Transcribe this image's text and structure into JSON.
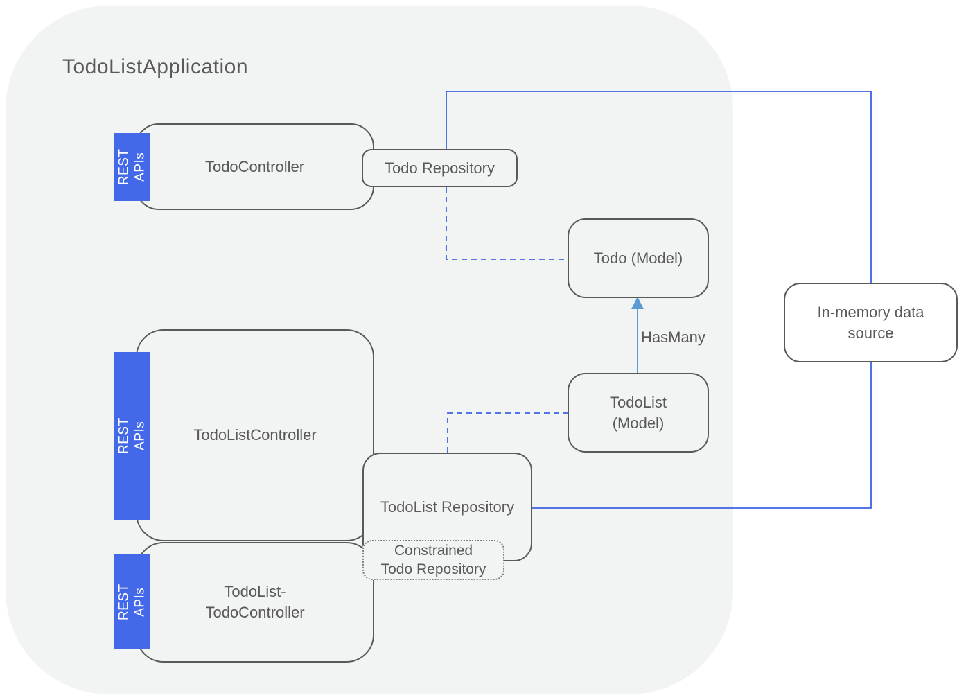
{
  "diagram": {
    "title": "TodoListApplication",
    "nodes": {
      "todo_controller": "TodoController",
      "todo_repository": "Todo Repository",
      "todo_model": "Todo (Model)",
      "todolist_model": "TodoList\n(Model)",
      "in_memory_datasource": "In-memory data\nsource",
      "todolist_controller": "TodoListController",
      "todolist_repository": "TodoList Repository",
      "constrained_todo_repository": "Constrained\nTodo Repository",
      "todolist_todo_controller": "TodoList-\nTodoController"
    },
    "badges": {
      "rest_apis_1": "REST\nAPIs",
      "rest_apis_2": "REST APIs",
      "rest_apis_3": "REST APIs"
    },
    "edges": {
      "has_many": "HasMany"
    },
    "colors": {
      "accent_blue": "#3d63e3",
      "badge_blue": "#4469e8",
      "arrow_blue": "#5b9bd5",
      "container_gray": "#f2f3f3",
      "border_gray": "#595959",
      "text_gray": "#595959",
      "dotted_gray": "#7f7f7f"
    }
  }
}
